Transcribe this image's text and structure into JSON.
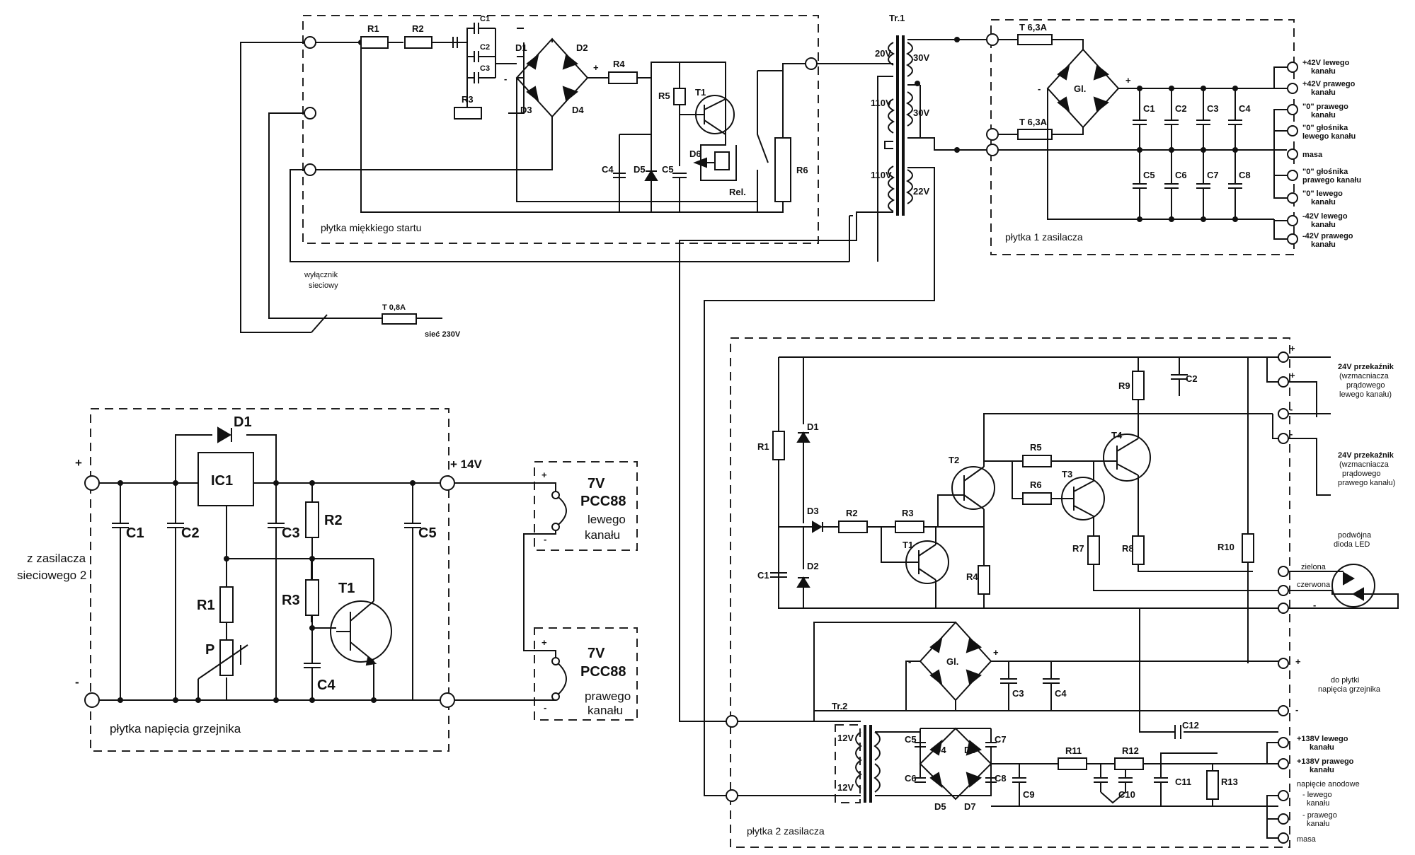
{
  "soft_start": {
    "board_label": "płytka miękkiego startu",
    "R1": "R1",
    "R2": "R2",
    "R3": "R3",
    "R4": "R4",
    "R5": "R5",
    "R6": "R6",
    "C1": "C1",
    "C2": "C2",
    "C3": "C3",
    "C4": "C4",
    "C5": "C5",
    "D1": "D1",
    "D2": "D2",
    "D3": "D3",
    "D4": "D4",
    "D5": "D5",
    "D6": "D6",
    "T1": "T1",
    "rel": "Rel.",
    "plus": "+",
    "minus": "-"
  },
  "mains": {
    "switch_l1": "wyłącznik",
    "switch_l2": "sieciowy",
    "fuse": "T 0,8A",
    "label": "sieć 230V"
  },
  "transformer1": {
    "name": "Tr.1",
    "p1": "20V",
    "p2": "110V",
    "p3": "110V",
    "s1": "30V",
    "s2": "30V",
    "s3": "22V"
  },
  "supply1": {
    "board_label": "płytka 1 zasilacza",
    "fuse1": "T 6,3A",
    "fuse2": "T 6,3A",
    "bridge": "Gl.",
    "plus": "+",
    "minus": "-",
    "caps": [
      "C1",
      "C2",
      "C3",
      "C4",
      "C5",
      "C6",
      "C7",
      "C8"
    ],
    "outputs": [
      [
        "+42V lewego",
        "kanału"
      ],
      [
        "+42V prawego",
        "kanału"
      ],
      [
        "\"0\" prawego",
        "kanału"
      ],
      [
        "\"0\" głośnika",
        "lewego kanału"
      ],
      [
        "masa",
        ""
      ],
      [
        "\"0\" głośnika",
        "prawego kanału"
      ],
      [
        "\"0\" lewego",
        "kanału"
      ],
      [
        "-42V lewego",
        "kanału"
      ],
      [
        "-42V prawego",
        "kanału"
      ]
    ]
  },
  "heater": {
    "board_label": "płytka napięcia grzejnika",
    "plus": "+",
    "minus": "-",
    "vout": "+ 14V",
    "source_l1": "z zasilacza",
    "source_l2": "sieciowego 2",
    "IC1": "IC1",
    "D1": "D1",
    "C1": "C1",
    "C2": "C2",
    "C3": "C3",
    "C4": "C4",
    "C5": "C5",
    "R1": "R1",
    "R2": "R2",
    "R3": "R3",
    "P": "P",
    "T1": "T1",
    "tube1_v": "7V",
    "tube1_t": "PCC88",
    "tube1_c1": "lewego",
    "tube1_c2": "kanału",
    "tube2_v": "7V",
    "tube2_t": "PCC88",
    "tube2_c1": "prawego",
    "tube2_c2": "kanału"
  },
  "supply2": {
    "board_label": "płytka 2 zasilacza",
    "R": [
      "R1",
      "R2",
      "R3",
      "R4",
      "R5",
      "R6",
      "R7",
      "R8",
      "R9",
      "R10",
      "R11",
      "R12",
      "R13"
    ],
    "C1": "C1",
    "C2": "C2",
    "C3": "C3",
    "C4": "C4",
    "C5": "C5",
    "C6": "C6",
    "C7": "C7",
    "C8": "C8",
    "C9": "C9",
    "C10": "C10",
    "C11": "C11",
    "C12": "C12",
    "D1": "D1",
    "D2": "D2",
    "D3": "D3",
    "D4": "D4",
    "D5": "D5",
    "D6": "D6",
    "D7": "D7",
    "T1": "T1",
    "T2": "T2",
    "T3": "T3",
    "T4": "T4",
    "bridge": "Gl.",
    "tr2": "Tr.2",
    "tr2_v1": "12V",
    "tr2_v2": "12V",
    "relay1": [
      "24V przekaźnik",
      "(wzmacniacza",
      "prądowego",
      "lewego kanału)"
    ],
    "relay2": [
      "24V przekaźnik",
      "(wzmacniacza",
      "prądowego",
      "prawego kanału)"
    ],
    "led": [
      "podwójna",
      "dioda LED"
    ],
    "green": "zielona",
    "red": "czerwona",
    "heater_out": [
      "do płytki",
      "napięcia grzejnika"
    ],
    "anode1": [
      "+138V lewego",
      "kanału"
    ],
    "anode2": [
      "+138V prawego",
      "kanału"
    ],
    "anode_title": "napięcie anodowe",
    "anode_l": [
      "- lewego",
      "kanału"
    ],
    "anode_r": [
      "- prawego",
      "kanału"
    ],
    "ground": "masa",
    "plus": "+",
    "minus": "-"
  }
}
